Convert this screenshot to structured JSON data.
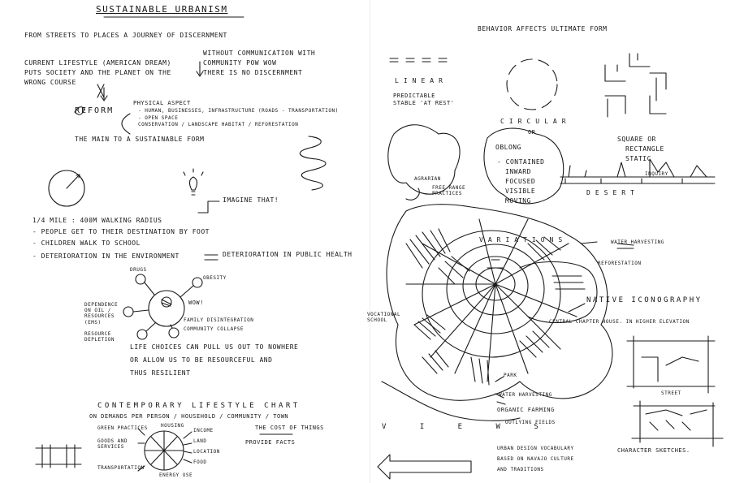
{
  "left": {
    "title": "Sustainable Urbanism",
    "subtitle": "From streets to places a journey of discernment",
    "lifestyle": [
      "Current lifestyle (American Dream)",
      "puts society and the planet on the",
      "wrong course"
    ],
    "without": [
      "Without communication with",
      "community pow wow",
      "there is no discernment"
    ],
    "reform": "Reform",
    "physical_aspect": "Physical aspect",
    "aspects": [
      "- human, businesses, infrastructure (roads - transportation)",
      "- open space",
      "conservation / landscape habitat / reforestation"
    ],
    "main_path": "The main to a sustainable form",
    "imagine": "Imagine that!",
    "walking": "1/4 mile : 400m walking radius",
    "bullets": [
      "- people get to their destination by foot",
      "- children walk to school"
    ],
    "deterioration_left": "- Deterioration in the environment",
    "deterioration_right": "Deterioration in public health",
    "diagram_labels": {
      "drugs": "Drugs",
      "obesity": "Obesity",
      "dependence": "Dependence on oil / resources (ems)",
      "wow": "Wow!",
      "depletion": "Resource depletion",
      "family": "Family disintegration",
      "community": "Community collapse"
    },
    "life_choices": [
      "Life choices can pull us out to nowhere",
      "or allow us to be resourceful and",
      "thus resilient"
    ],
    "chart_title": [
      "Contemporary Lifestyle Chart",
      "on demands per person / household / community / town"
    ],
    "wheel_left": [
      "Green practices",
      "Goods and services",
      "Transportation"
    ],
    "wheel_right": [
      "Housing",
      "Income",
      "Land",
      "Location",
      "Food",
      "Energy use"
    ],
    "cost": "The cost of things",
    "provide": "Provide facts"
  },
  "right": {
    "title": "Behavior affects ultimate form",
    "linear": "Linear",
    "predictable": "Predictable stable 'at rest'",
    "circular": "Circular",
    "or": "or",
    "oblong": "Oblong",
    "contained": [
      "- contained",
      "inward",
      "focused",
      "visible",
      "moving"
    ],
    "square": [
      "Square or",
      "rectangle",
      "static"
    ],
    "inquiry": "Inquiry",
    "desert": "Desert",
    "agrarian": "Agrarian",
    "free_range": "free range practices",
    "variations": "Variations",
    "water_harvesting_top": "Water harvesting",
    "reforestation": "Reforestation",
    "native": "Native Iconography",
    "vocational": "Vocational school",
    "central": "Central chapter house. In higher elevation",
    "park": "Park",
    "water_harvesting_bottom": "Water harvesting",
    "organic": "Organic farming",
    "outlying": "Outlying fields",
    "views": "V I E W S",
    "street": "Street",
    "vocabulary": [
      "Urban design vocabulary",
      "based on Navajo culture",
      "and traditions"
    ],
    "character": "Character sketches."
  }
}
